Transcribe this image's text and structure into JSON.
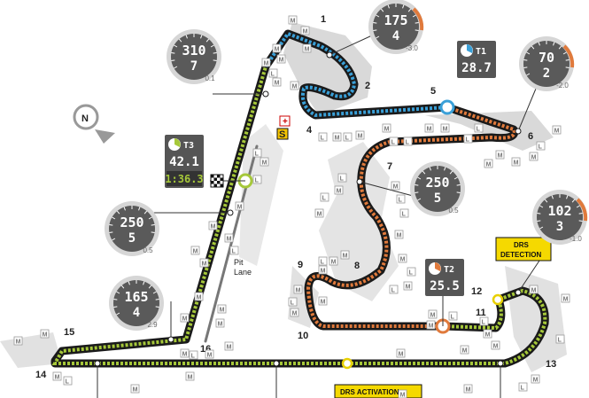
{
  "corners": [
    "1",
    "2",
    "4",
    "5",
    "6",
    "7",
    "8",
    "9",
    "10",
    "11",
    "12",
    "13",
    "14",
    "15",
    "16"
  ],
  "gauges": {
    "t1": {
      "speed": "175",
      "gear": "4",
      "delta": "-3.0"
    },
    "t5": {
      "speed": "70",
      "gear": "2",
      "delta": "-2.0"
    },
    "start": {
      "speed": "310",
      "gear": "7",
      "delta": "0.1"
    },
    "t7": {
      "speed": "250",
      "gear": "5",
      "delta": "0.5"
    },
    "t11": {
      "speed": "102",
      "gear": "3",
      "delta": "-1.0"
    },
    "pit": {
      "speed": "250",
      "gear": "5",
      "delta": "0.5"
    },
    "t15": {
      "speed": "165",
      "gear": "4",
      "delta": "2.9"
    }
  },
  "sectors": {
    "s1": {
      "label": "T1",
      "value": "28.7"
    },
    "s2": {
      "label": "T2",
      "value": "25.5"
    },
    "s3": {
      "label": "T3",
      "value": "42.1",
      "lap": "1:36.3"
    }
  },
  "drs": {
    "detection": "DRS\nDETECTION",
    "detection_l1": "DRS",
    "detection_l2": "DETECTION",
    "activation": "DRS ACTIVATION"
  },
  "pit_lane": {
    "l1": "Pit",
    "l2": "Lane"
  },
  "compass": "N",
  "tag_m": "M",
  "tag_l": "L",
  "flag_s": "S",
  "colors": {
    "sector1": "#3aa0d8",
    "sector2": "#e07a3c",
    "sector3": "#a6c83a",
    "track": "#1a1a1a",
    "gauge": "#555555"
  }
}
